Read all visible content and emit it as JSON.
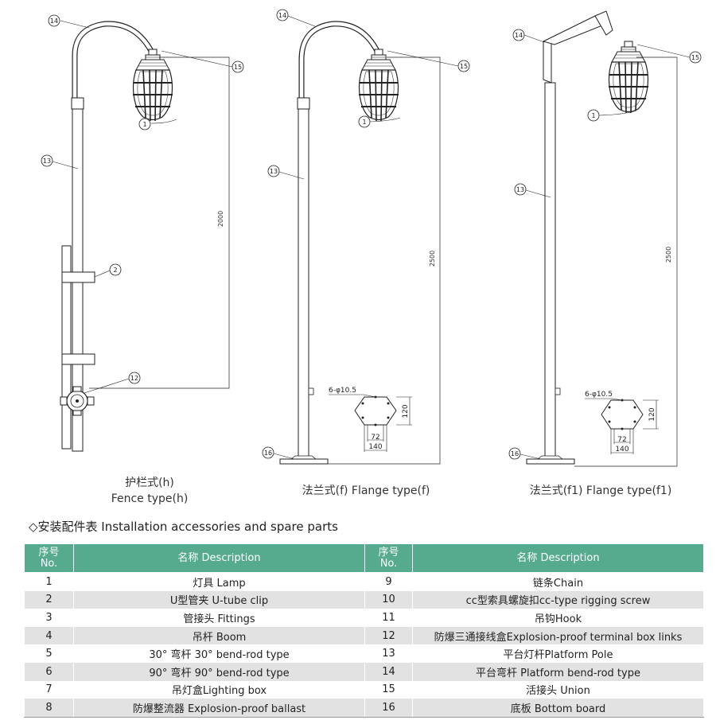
{
  "drawings": {
    "callouts": [
      "1",
      "2",
      "12",
      "13",
      "14",
      "15",
      "16"
    ],
    "dims": {
      "h_height": "2000",
      "f_height": "2500",
      "f1_height": "2500"
    },
    "flange": {
      "holes": "6-φ10.5",
      "d120": "120",
      "d72": "72",
      "d140": "140"
    },
    "captions": {
      "h_cn": "护栏式(h)",
      "h_en": "Fence type(h)",
      "f": "法兰式(f) Flange type(f)",
      "f1": "法兰式(f1) Flange type(f1)"
    }
  },
  "table": {
    "heading": "◇安装配件表 Installation accessories and spare parts",
    "headers": {
      "no_cn": "序号",
      "no_en": "No.",
      "desc": "名称 Description"
    },
    "rows": [
      {
        "n1": "1",
        "d1": "灯具 Lamp",
        "n2": "9",
        "d2": "链条Chain"
      },
      {
        "n1": "2",
        "d1": "U型管夹 U-tube clip",
        "n2": "10",
        "d2": "cc型索具螺旋扣cc-type rigging screw"
      },
      {
        "n1": "3",
        "d1": "管接头 Fittings",
        "n2": "11",
        "d2": "吊钩Hook"
      },
      {
        "n1": "4",
        "d1": "吊杆 Boom",
        "n2": "12",
        "d2": "防爆三通接线盒Explosion-proof terminal box links"
      },
      {
        "n1": "5",
        "d1": "30° 弯杆 30° bend-rod type",
        "n2": "13",
        "d2": "平台灯杆Platform Pole"
      },
      {
        "n1": "6",
        "d1": "90° 弯杆 90° bend-rod type",
        "n2": "14",
        "d2": "平台弯杆 Platform bend-rod type"
      },
      {
        "n1": "7",
        "d1": "吊灯盒Lighting box",
        "n2": "15",
        "d2": "活接头 Union"
      },
      {
        "n1": "8",
        "d1": "防爆整流器 Explosion-proof ballast",
        "n2": "16",
        "d2": "底板 Bottom board"
      }
    ]
  }
}
